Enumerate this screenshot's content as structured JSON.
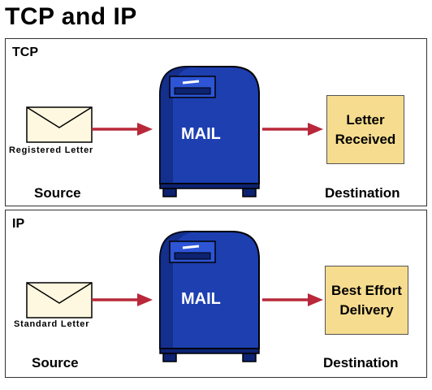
{
  "title": "TCP and IP",
  "tcp": {
    "label": "TCP",
    "letter_caption": "Registered Letter",
    "mailbox_text": "MAIL",
    "destination_lines": [
      "Letter",
      "Received"
    ],
    "source_label": "Source",
    "destination_label": "Destination"
  },
  "ip": {
    "label": "IP",
    "letter_caption": "Standard Letter",
    "mailbox_text": "MAIL",
    "destination_lines": [
      "Best Effort",
      "Delivery"
    ],
    "source_label": "Source",
    "destination_label": "Destination"
  },
  "colors": {
    "mailbox_blue": "#1d3fb0",
    "mailbox_dark": "#0d2270",
    "arrow_red": "#b8283a",
    "destination_fill": "#f6dc8e",
    "envelope_fill": "#fdf8df"
  },
  "icons": {
    "envelope": "envelope-icon",
    "mailbox": "mailbox-icon",
    "arrow": "arrow-right-icon"
  }
}
